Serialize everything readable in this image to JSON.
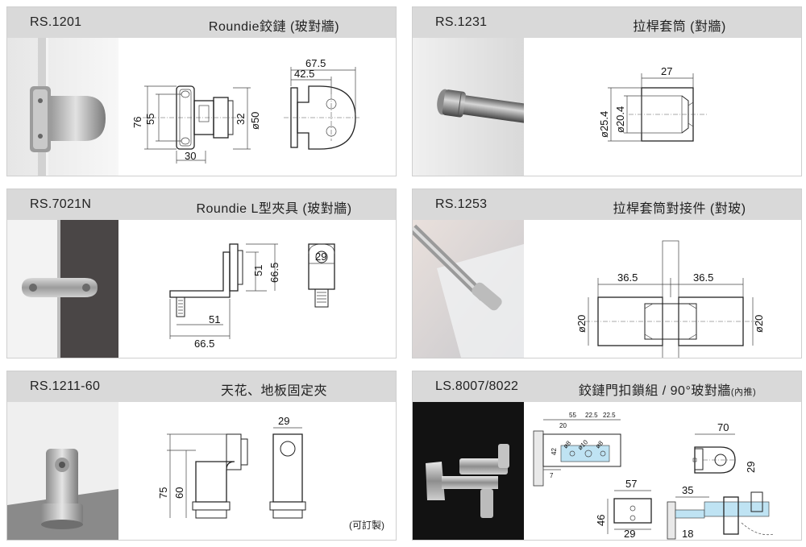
{
  "cards": [
    {
      "code": "RS.1201",
      "title": "Roundie鉸鏈 (玻對牆)",
      "dims": {
        "d1": "67.5",
        "d2": "42.5",
        "d3": "76",
        "d4": "55",
        "d5": "32",
        "d6": "ø50",
        "d7": "30"
      }
    },
    {
      "code": "RS.1231",
      "title": "拉桿套筒 (對牆)",
      "dims": {
        "d1": "27",
        "d2": "ø25.4",
        "d3": "ø20.4"
      }
    },
    {
      "code": "RS.7021N",
      "title": "Roundie L型夾具 (玻對牆)",
      "dims": {
        "d1": "51",
        "d2": "66.5",
        "d3": "29",
        "d4": "51",
        "d5": "66.5"
      }
    },
    {
      "code": "RS.1253",
      "title": "拉桿套筒對接件 (對玻)",
      "dims": {
        "d1": "36.5",
        "d2": "36.5",
        "d3": "ø20",
        "d4": "ø20"
      }
    },
    {
      "code": "RS.1211-60",
      "title": "天花、地板固定夾",
      "note": "(可訂製)",
      "dims": {
        "d1": "29",
        "d2": "75",
        "d3": "60"
      }
    },
    {
      "code": "LS.8007/8022",
      "title": "鉸鏈門扣鎖組 / 90°玻對牆",
      "title_small": "(內推)",
      "dims": {
        "d1": "55",
        "d2": "22.5",
        "d3": "22.5",
        "d4": "20",
        "d5": "42",
        "d6": "ø8",
        "d7": "ø10",
        "d8": "ø8",
        "d9": "7",
        "d10": "70",
        "d11": "29",
        "d12": "57",
        "d13": "35",
        "d14": "46",
        "d15": "29",
        "d16": "18"
      }
    }
  ]
}
